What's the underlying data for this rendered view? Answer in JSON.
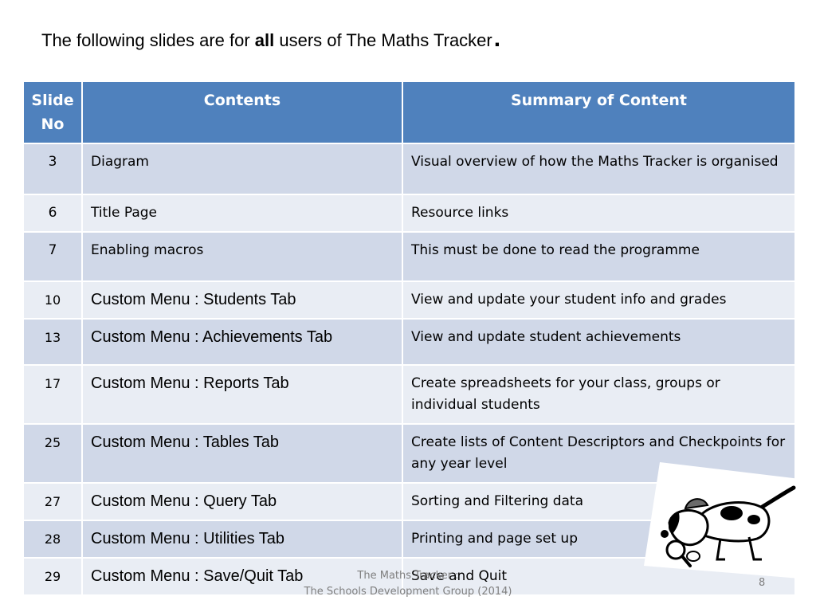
{
  "heading": {
    "prefix": "The following slides are for ",
    "emphasis": "all",
    "suffix": " users of The Maths Tracker",
    "end_mark": "."
  },
  "table": {
    "headers": {
      "slide_no": "Slide No",
      "contents": "Contents",
      "summary": "Summary of Content"
    },
    "rows": [
      {
        "no": "3",
        "contents": "Diagram",
        "summary": "Visual overview of how the Maths Tracker is organised"
      },
      {
        "no": "6",
        "contents": "Title Page",
        "summary": "Resource links"
      },
      {
        "no": "7",
        "contents": "Enabling macros",
        "summary": "This must be done to read the programme"
      },
      {
        "no": "10",
        "contents": "Custom Menu :  Students Tab",
        "summary": "View and update  your student info and grades"
      },
      {
        "no": "13",
        "contents": "Custom Menu :  Achievements Tab",
        "summary": "View and update student achievements"
      },
      {
        "no": "17",
        "contents": "Custom Menu :  Reports Tab",
        "summary": "Create spreadsheets for  your class, groups or individual students"
      },
      {
        "no": "25",
        "contents": "Custom Menu :  Tables Tab",
        "summary": "Create lists of Content Descriptors and Checkpoints for any year level"
      },
      {
        "no": "27",
        "contents": "Custom Menu :  Query Tab",
        "summary": "Sorting and Filtering data"
      },
      {
        "no": "28",
        "contents": "Custom Menu :  Utilities Tab",
        "summary": "Printing and  page set up"
      },
      {
        "no": "29",
        "contents": "Custom Menu :  Save/Quit Tab",
        "summary": "Save and Quit"
      }
    ]
  },
  "footer": {
    "line1": "The Maths Tracker :",
    "line2": "The Schools Development Group  (2014)"
  },
  "page_number": "8",
  "colors": {
    "header_bg": "#4f81bd",
    "row_dark": "#d0d8e8",
    "row_light": "#e9edf4"
  },
  "illustration": "dog-with-magnifying-glass-illustration"
}
